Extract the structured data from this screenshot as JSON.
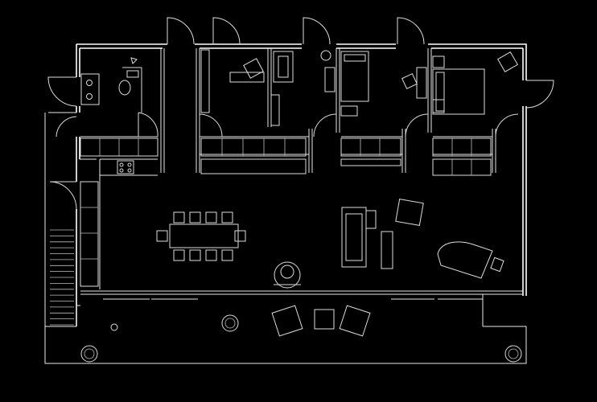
{
  "drawing": {
    "type": "architectural floor plan",
    "style": "white line drawing on black background",
    "colors": {
      "background": "#000000",
      "lines": "#ffffff"
    },
    "text_labels": []
  },
  "rooms": [
    {
      "id": "bathroom",
      "fixtures": [
        "double-sink",
        "toilet",
        "shower"
      ]
    },
    {
      "id": "study",
      "fixtures": [
        "desk",
        "armchair"
      ]
    },
    {
      "id": "office",
      "fixtures": [
        "desk",
        "office-chair",
        "cabinet"
      ]
    },
    {
      "id": "bedroom-single",
      "fixtures": [
        "single-bed",
        "desk",
        "office-chair"
      ]
    },
    {
      "id": "bedroom-master",
      "fixtures": [
        "double-bed",
        "nightstands",
        "armchair"
      ]
    },
    {
      "id": "kitchen",
      "fixtures": [
        "stove",
        "counter"
      ]
    },
    {
      "id": "living-dining",
      "fixtures": [
        "dining-table",
        "dining-chairs",
        "sofa",
        "armchair",
        "side-table",
        "grand-piano",
        "piano-bench",
        "round-stove"
      ]
    },
    {
      "id": "terrace",
      "fixtures": [
        "lounge-chairs",
        "low-table",
        "planters"
      ]
    },
    {
      "id": "stair",
      "fixtures": [
        "stair-treads"
      ]
    }
  ],
  "fixture_counts": {
    "dining_chairs": 10,
    "doors": 14,
    "stair_treads": 16
  }
}
